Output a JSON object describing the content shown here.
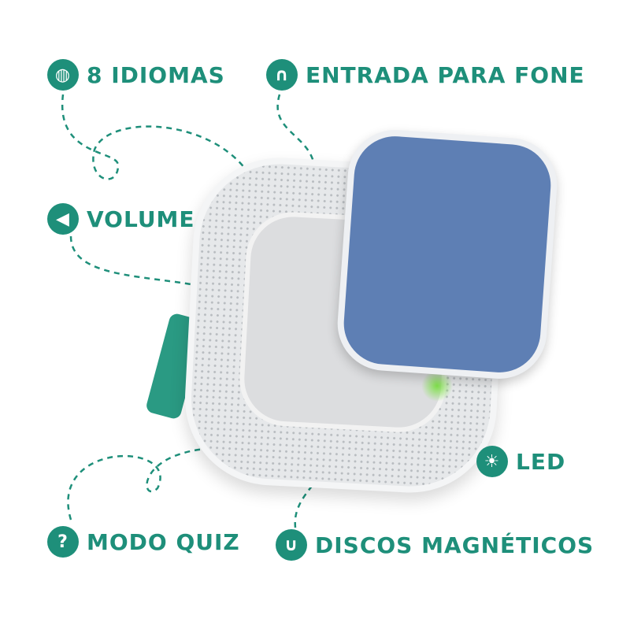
{
  "accent_color": "#1e8f7a",
  "labels": {
    "languages": {
      "text": "8 IDIOMAS",
      "icon": "globe-icon"
    },
    "headphone": {
      "text": "ENTRADA PARA FONE",
      "icon": "headphones-icon"
    },
    "volume": {
      "text": "VOLUME",
      "icon": "speaker-icon"
    },
    "led": {
      "text": "LED",
      "icon": "light-bulb-icon"
    },
    "quiz": {
      "text": "MODO QUIZ",
      "icon": "question-icon"
    },
    "magnetic": {
      "text": "DISCOS MAGNÉTICOS",
      "icon": "magnet-icon"
    }
  }
}
